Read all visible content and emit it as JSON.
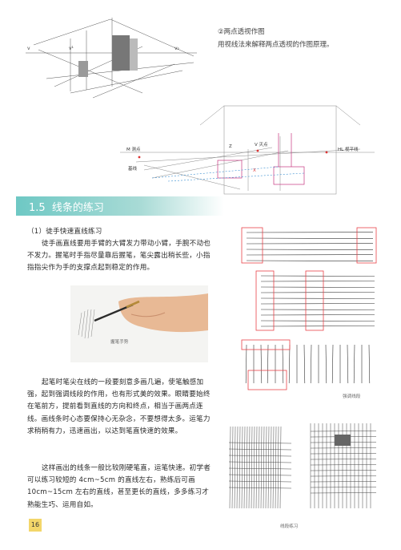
{
  "top_section": {
    "heading": "②两点透视作图",
    "caption": "用视线法来解释两点透视的作图原理。"
  },
  "diagram_top_labels": {
    "left_mark": "v",
    "right_mark": "v₂",
    "point": "v¹"
  },
  "diagram_mid_labels": {
    "z": "Z",
    "v_point": "V 灭点",
    "m_point": "M 测点",
    "hl": "HL 视平线",
    "base_line": "基线",
    "x": "X"
  },
  "section": {
    "number": "1.5",
    "title": "线条的练习"
  },
  "subsection": {
    "heading": "（1）徒手快速直线练习"
  },
  "paragraphs": [
    "徒手画直线要用手臂的大臂发力带动小臂，手腕不动也不发力。握笔时手指尽量靠后握笔，笔尖露出稍长些，小指指指尖作为手的支撑点起到稳定的作用。",
    "起笔时笔尖在线的一段要刻意多画几遍，使笔触感加强，起到强调线段的作用，也有形式美的效果。眼睛要始终在笔前方，提前看到直线的方向和终点，相当于画两点连线。画线条时心态要保持心无杂念，不要想得太多。运笔力求稍稍有力，迅速画出，以达到笔直快速的效果。",
    "这样画出的线条一般比较刚硬笔直，运笔快速。初学者可以练习较短的 4cm~5cm 的直线左右，熟练后可画 10cm~15cm 左右的直线，甚至更长的直线，多多练习才熟能生巧、运用自如。"
  ],
  "photo_caption": "握笔手势",
  "figure_captions": {
    "emphasis": "强调线段",
    "practice": "线段练习"
  },
  "page_number": "16",
  "colors": {
    "accent_teal": "#6ec8c4",
    "page_badge": "#f3d66a",
    "red_frame": "#e8434a",
    "magenta_box": "#c02a9a"
  }
}
